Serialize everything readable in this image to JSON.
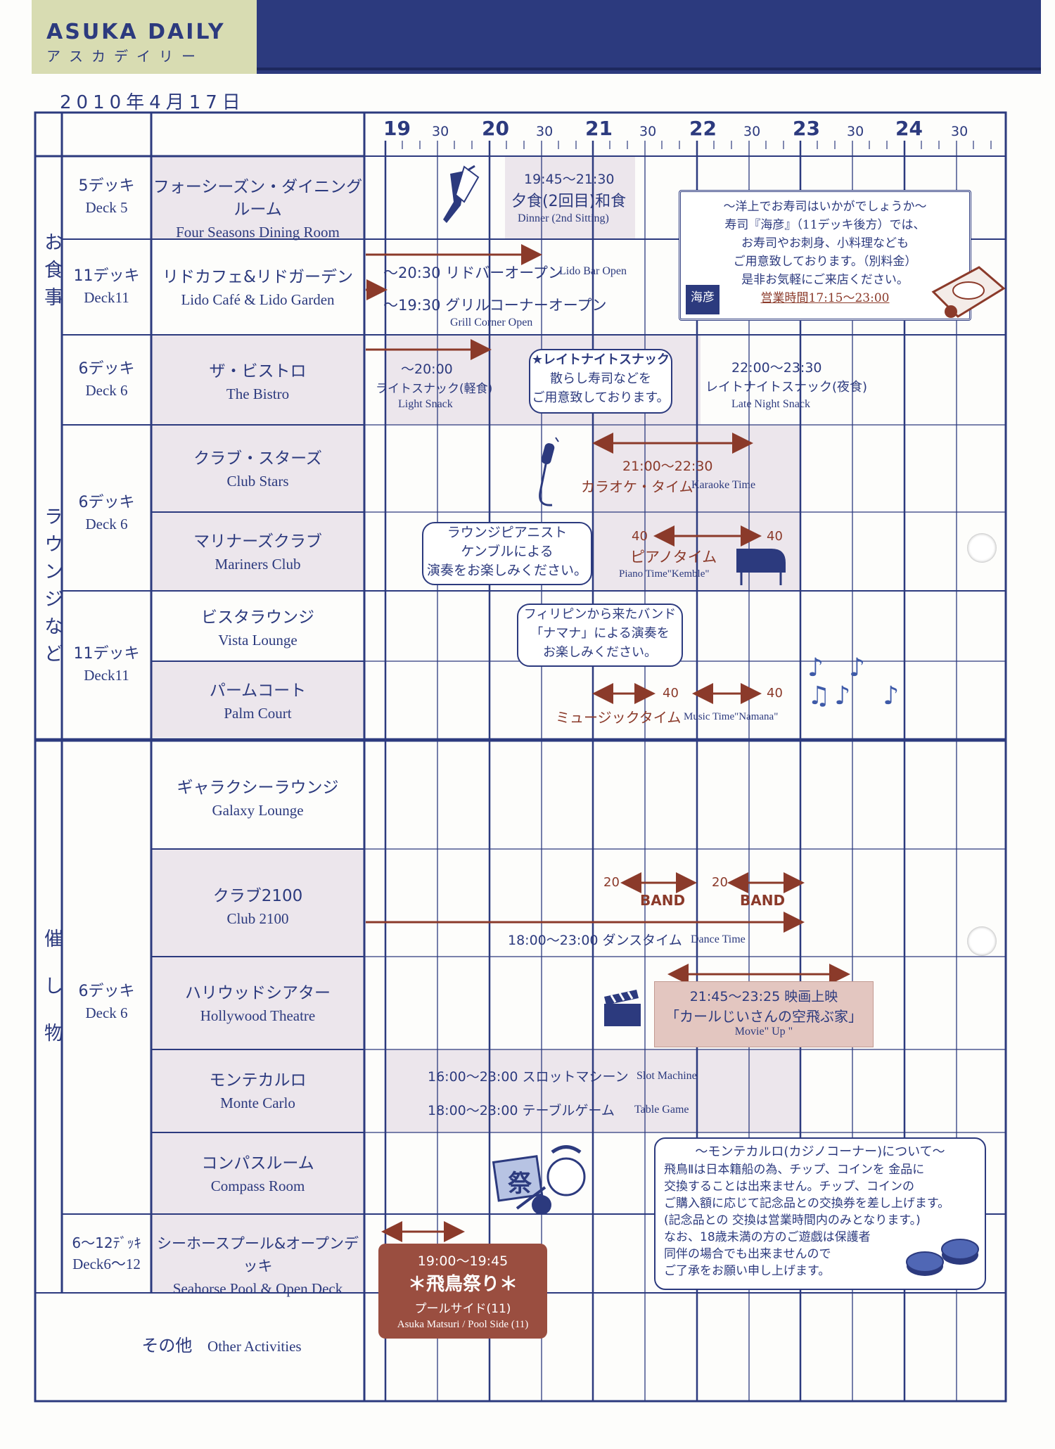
{
  "header": {
    "logo_en": "ASUKA DAILY",
    "logo_jp": "アスカデイリー",
    "date": "2010年4月17日"
  },
  "time_axis": {
    "hours": [
      "19",
      "20",
      "21",
      "22",
      "23",
      "24"
    ],
    "half": "30"
  },
  "sections": {
    "dining": "お食事",
    "lounges": "ラウンジなど",
    "events": "催し物"
  },
  "decks": {
    "d5": {
      "jp": "5デッキ",
      "en": "Deck 5"
    },
    "d11a": {
      "jp": "11デッキ",
      "en": "Deck11"
    },
    "d6a": {
      "jp": "6デッキ",
      "en": "Deck 6"
    },
    "d6b": {
      "jp": "6デッキ",
      "en": "Deck 6"
    },
    "d11b": {
      "jp": "11デッキ",
      "en": "Deck11"
    },
    "d6c": {
      "jp": "6デッキ",
      "en": "Deck 6"
    },
    "d612": {
      "jp": "6〜12ﾃﾞｯｷ",
      "en": "Deck6〜12"
    }
  },
  "venues": {
    "four_seasons": {
      "jp": "フォーシーズン・ダイニングルーム",
      "en": "Four Seasons Dining Room"
    },
    "lido": {
      "jp": "リドカフェ&リドガーデン",
      "en": "Lido Café & Lido Garden"
    },
    "bistro": {
      "jp": "ザ・ビストロ",
      "en": "The Bistro"
    },
    "club_stars": {
      "jp": "クラブ・スターズ",
      "en": "Club Stars"
    },
    "mariners": {
      "jp": "マリナーズクラブ",
      "en": "Mariners Club"
    },
    "vista": {
      "jp": "ビスタラウンジ",
      "en": "Vista Lounge"
    },
    "palm": {
      "jp": "パームコート",
      "en": "Palm Court"
    },
    "galaxy": {
      "jp": "ギャラクシーラウンジ",
      "en": "Galaxy Lounge"
    },
    "club2100": {
      "jp": "クラブ2100",
      "en": "Club 2100"
    },
    "hollywood": {
      "jp": "ハリウッドシアター",
      "en": "Hollywood Theatre"
    },
    "monte": {
      "jp": "モンテカルロ",
      "en": "Monte Carlo"
    },
    "compass": {
      "jp": "コンパスルーム",
      "en": "Compass Room"
    },
    "seahorse": {
      "jp": "シーホースプール&オープンデッキ",
      "en": "Seahorse Pool & Open Deck"
    },
    "other_jp": "その他",
    "other_en": "Other Activities"
  },
  "events": {
    "dinner_time": "19:45〜21:30",
    "dinner_jp": "夕食(2回目)和食",
    "dinner_en": "Dinner (2nd Sitting)",
    "lido_bar": "〜20:30 リドバーオープン",
    "lido_bar_en": "Lido Bar Open",
    "grill": "〜19:30 グリルコーナーオープン",
    "grill_en": "Grill Corner Open",
    "light_time": "〜20:00",
    "light_jp": "ライトスナック(軽食)",
    "light_en": "Light Snack",
    "late_callout": [
      "★レイトナイトスナック",
      "散らし寿司などを",
      "ご用意致しております。"
    ],
    "late_time": "22:00〜23:30",
    "late_jp": "レイトナイトスナック(夜食)",
    "late_en": "Late Night Snack",
    "karaoke_time": "21:00〜22:30",
    "karaoke_jp": "カラオケ・タイム",
    "karaoke_en": "Karaoke Time",
    "piano_callout": [
      "ラウンジピアニスト",
      "ケンブルによる",
      "演奏をお楽しみください。"
    ],
    "piano_start": "40",
    "piano_end": "40",
    "piano_jp": "ピアノタイム",
    "piano_en": "Piano Time\"Kemble\"",
    "band_callout": [
      "フィリピンから来たバンド",
      "「ナマナ」による演奏を",
      "お楽しみください。"
    ],
    "music_a": "40",
    "music_b": "40",
    "music_jp": "ミュージックタイム",
    "music_en": "Music Time\"Namana\"",
    "band_start_a": "20",
    "band_start_b": "20",
    "band_label": "BAND",
    "dance": "18:00〜23:00 ダンスタイム",
    "dance_en": "Dance Time",
    "movie_time": "21:45〜23:25 映画上映",
    "movie_title": "「カールじいさんの空飛ぶ家」",
    "movie_en": "Movie\" Up \"",
    "slot": "16:00〜23:00 スロットマシーン",
    "slot_en": "Slot Machine",
    "table": "18:00〜23:00 テーブルゲーム",
    "table_en": "Table Game",
    "asuka_time": "19:00〜19:45",
    "asuka_jp": "＊飛鳥祭り＊",
    "asuka_sub": "プールサイド(11)",
    "asuka_en": "Asuka Matsuri / Pool Side (11)"
  },
  "sushi_notice": {
    "lines": [
      "〜洋上でお寿司はいかがでしょうか〜",
      "寿司『海彦』（11デッキ後方）では、",
      "お寿司やお刺身、小料理なども",
      "ご用意致しております。（別料金）",
      "是非お気軽にご来店ください。"
    ],
    "hours": "営業時間17:15〜23:00",
    "logo": "海彦"
  },
  "casino_notice": {
    "title": "〜モンテカルロ(カジノコーナー)について〜",
    "lines": [
      "飛鳥Ⅱは日本籍船の為、チップ、コインを 金品に",
      "交換することは出来ません。チップ、コインの",
      "ご購入額に応じて記念品との交換券を差し上げます。",
      "(記念品との 交換は営業時間内のみとなります。)",
      "なお、18歳未満の方のご遊戯は保護者",
      "同伴の場合でも出来ませんので",
      "ご了承をお願い申し上げます。"
    ]
  },
  "festival_sign": "祭",
  "colors": {
    "ink": "#2c3a7e",
    "band": "#2c3a7e",
    "logo_bg": "#d8dcb2",
    "arrow": "#8b3a2a",
    "shade": "#ece6ec"
  }
}
